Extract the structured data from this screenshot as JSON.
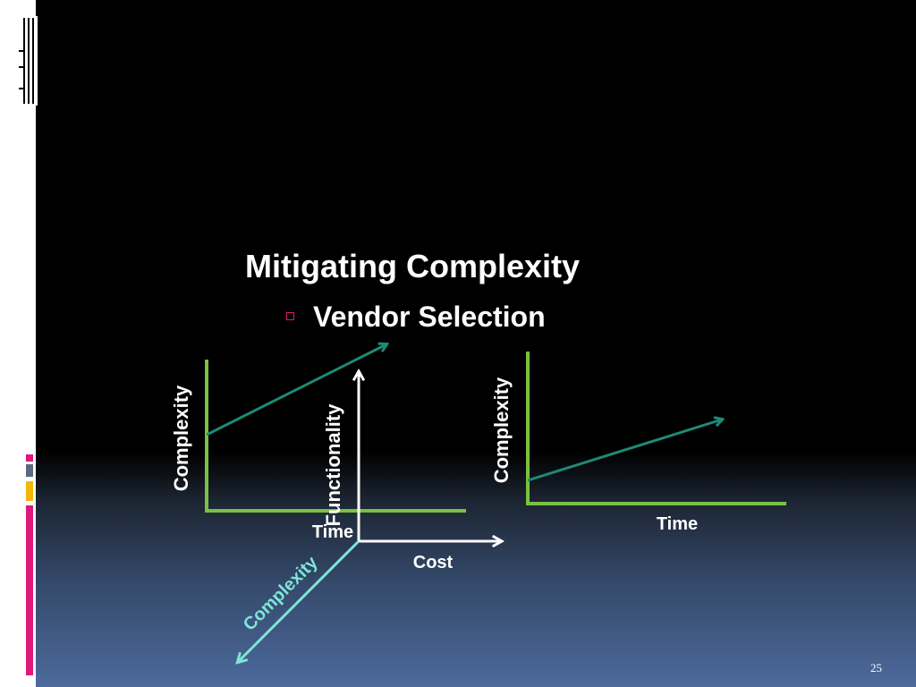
{
  "slide": {
    "title": "Mitigating Complexity",
    "bullet": "Vendor Selection",
    "number": "25"
  },
  "diagram": {
    "left_graph": {
      "y_label": "Complexity",
      "x_label": "Time"
    },
    "center_graph": {
      "y_label": "Functionality",
      "x_label": "Cost",
      "z_label": "Complexity"
    },
    "right_graph": {
      "y_label": "Complexity",
      "x_label": "Time"
    }
  },
  "colors": {
    "axis_green": "#7ac143",
    "trend_teal": "#1e8a78",
    "axis_white": "#ffffff",
    "complexity_cyan": "#7fe5d9",
    "accent_pink": "#e0187a",
    "accent_yellow": "#f2b705"
  }
}
